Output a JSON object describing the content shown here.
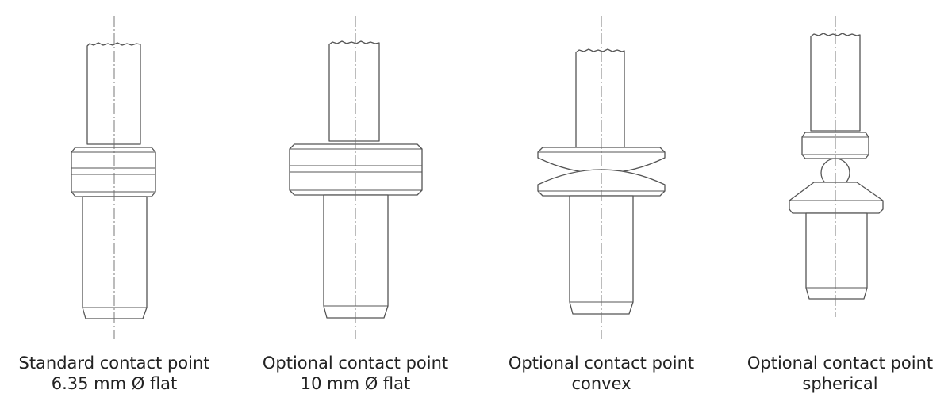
{
  "diagrams": [
    {
      "id": "standard",
      "caption": [
        "Standard contact point",
        "6.35 mm Ø flat"
      ]
    },
    {
      "id": "flat10",
      "caption": [
        "Optional contact point",
        "10 mm Ø flat"
      ]
    },
    {
      "id": "convex",
      "caption": [
        "Optional contact point",
        "convex"
      ]
    },
    {
      "id": "spherical",
      "caption": [
        "Optional contact point",
        "spherical"
      ]
    }
  ],
  "colors": {
    "line": "#555555",
    "text": "#222222",
    "background": "#ffffff"
  }
}
